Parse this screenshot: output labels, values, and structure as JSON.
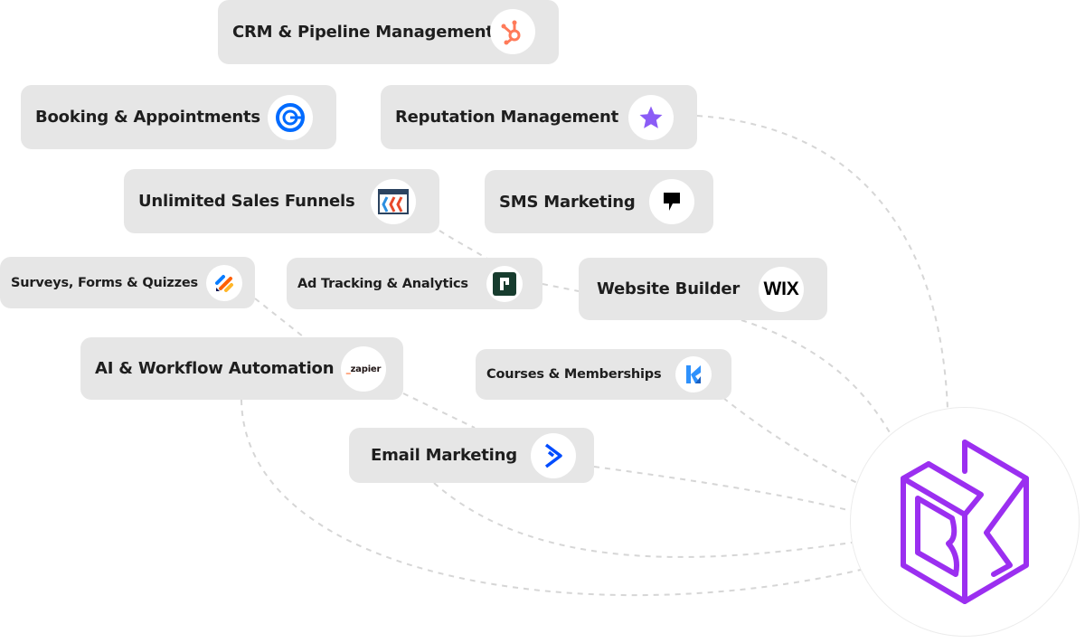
{
  "features": [
    {
      "label": "CRM & Pipeline Management",
      "icon": "hubspot-icon",
      "color": "#ff7a59"
    },
    {
      "label": "Booking & Appointments",
      "icon": "calendly-icon",
      "color": "#006bff"
    },
    {
      "label": "Reputation Management",
      "icon": "star-icon",
      "color": "#8b5cf6"
    },
    {
      "label": "Unlimited Sales Funnels",
      "icon": "clickfunnels-icon",
      "color": "#e8492a"
    },
    {
      "label": "SMS Marketing",
      "icon": "sms-flag-icon",
      "color": "#000000"
    },
    {
      "label": "Surveys, Forms & Quizzes",
      "icon": "jotform-icon",
      "color": "#ff6100"
    },
    {
      "label": "Ad Tracking & Analytics",
      "icon": "analytics-icon",
      "color": "#173c2e"
    },
    {
      "label": "Website Builder",
      "icon": "wix-icon",
      "logo_text": "WIX",
      "color": "#000000"
    },
    {
      "label": "AI & Workflow Automation",
      "icon": "zapier-icon",
      "logo_text": "zapier",
      "color": "#ff4f00"
    },
    {
      "label": "Courses & Memberships",
      "icon": "kajabi-icon",
      "color": "#2e91fc"
    },
    {
      "label": "Email Marketing",
      "icon": "activecampaign-icon",
      "color": "#004cff"
    }
  ],
  "hub": {
    "logo_text": "BK",
    "icon": "bk-cube-logo",
    "color": "#9b2ff0"
  },
  "line_color": "#d6d6d6"
}
